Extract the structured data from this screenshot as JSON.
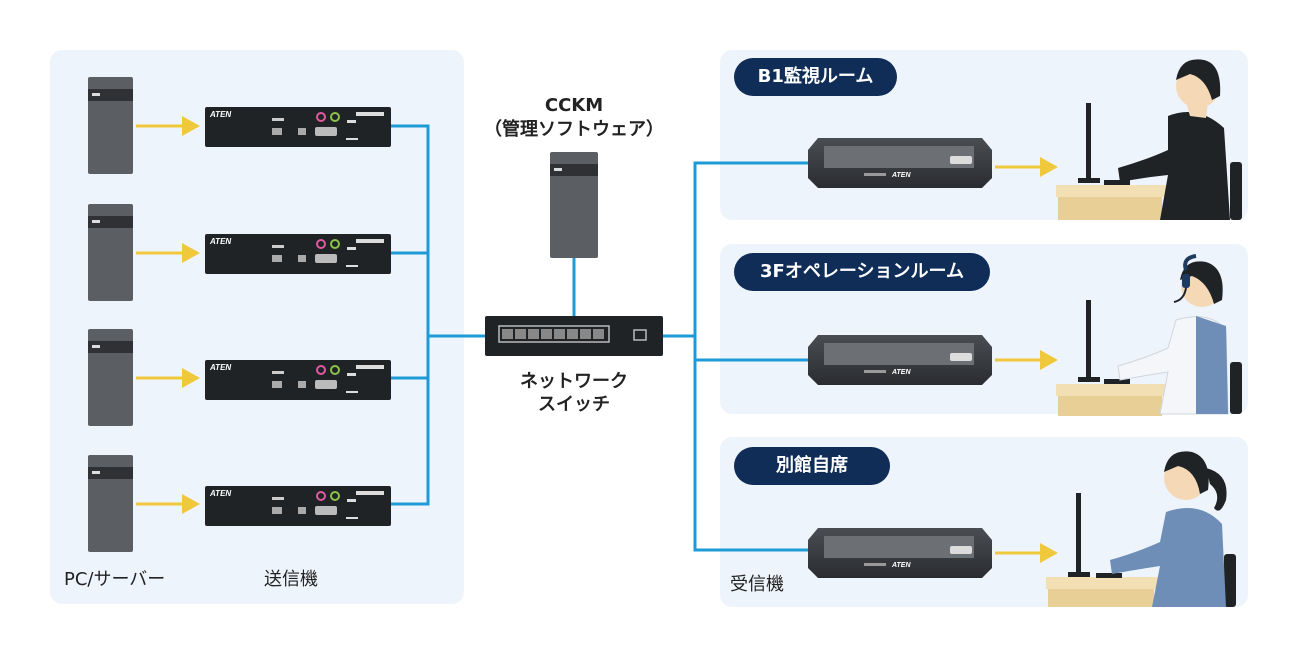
{
  "sender_side": {
    "pc_label": "PC/サーバー",
    "transmitter_label": "送信機",
    "brand": "ATEN"
  },
  "center": {
    "cckm_line1": "CCKM",
    "cckm_line2": "（管理ソフトウェア）",
    "switch_line1": "ネットワーク",
    "switch_line2": "スイッチ"
  },
  "receiver_side": {
    "receiver_label": "受信機",
    "rooms": [
      {
        "name": "B1監視ルーム"
      },
      {
        "name": "3Fオペレーションルーム"
      },
      {
        "name": "別館自席"
      }
    ],
    "brand": "ATEN"
  },
  "colors": {
    "panel": "#eef4fc",
    "cable": "#1e9bd7",
    "arrow": "#f0c83c",
    "pill": "#0f2d57",
    "device": "#202326"
  }
}
